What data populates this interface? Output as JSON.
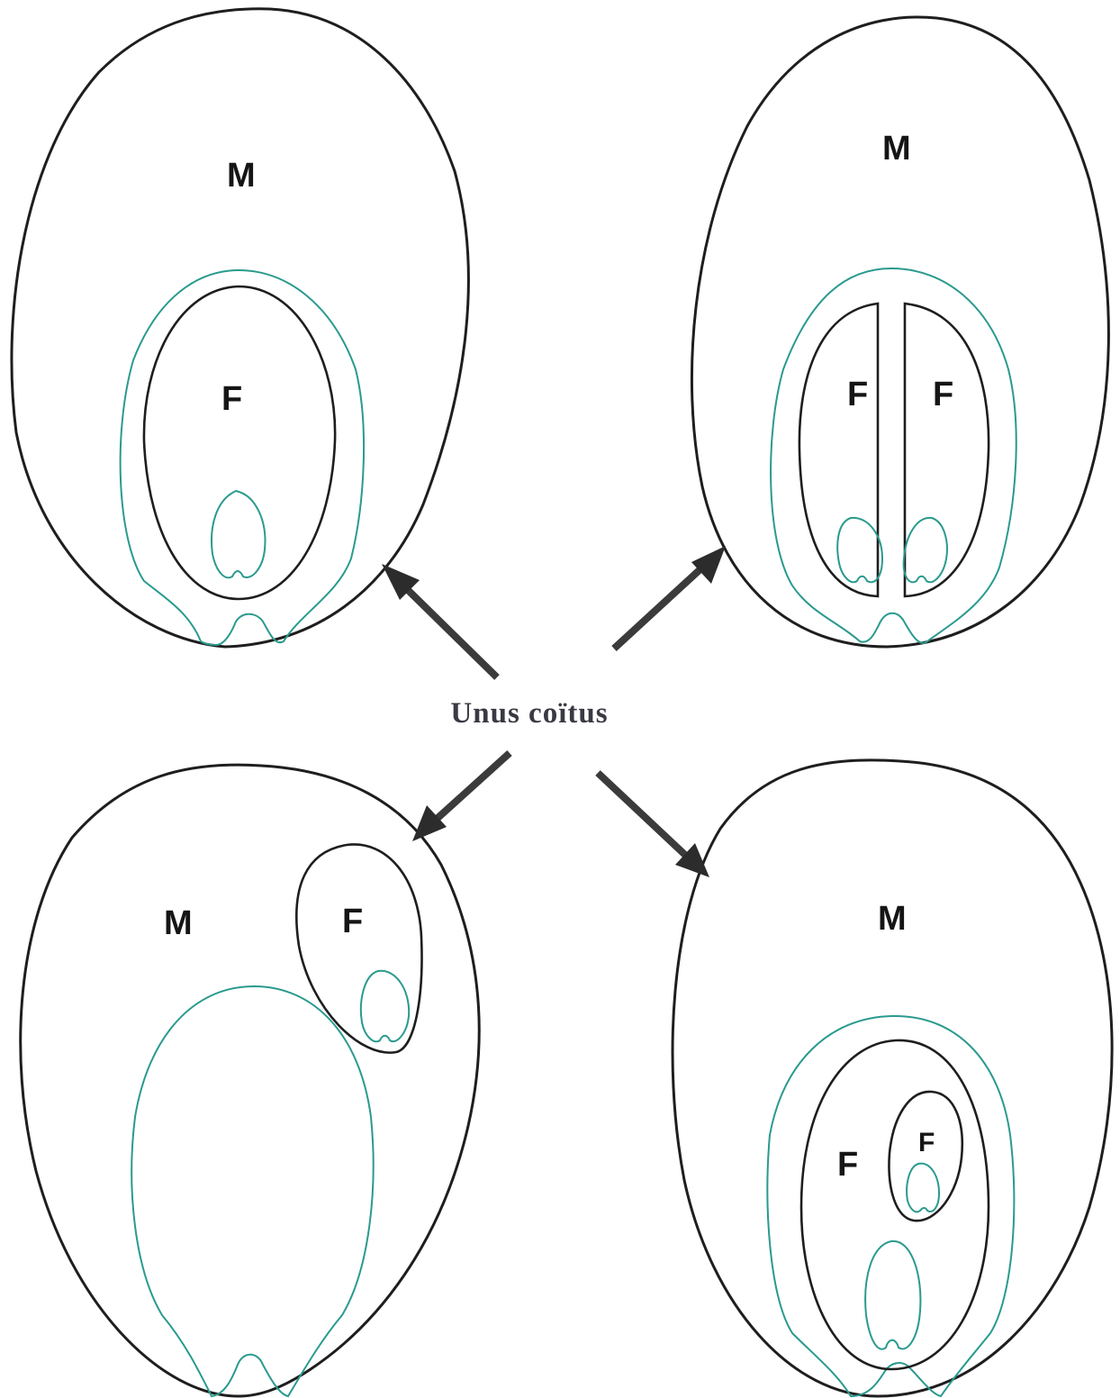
{
  "caption": "Unus coïtus",
  "colors": {
    "outline": "#1e1e1e",
    "membrane": "#2a9a8e",
    "arrow": "#2c2c2c",
    "caption": "#3a3a44"
  },
  "panels": {
    "top_left": {
      "m_label": "M",
      "f_label": "F"
    },
    "top_right": {
      "m_label": "M",
      "f_left_label": "F",
      "f_right_label": "F"
    },
    "bottom_left": {
      "m_label": "M",
      "f_label": "F"
    },
    "bottom_right": {
      "m_label": "M",
      "f_outer_label": "F",
      "f_inner_label": "F"
    }
  }
}
